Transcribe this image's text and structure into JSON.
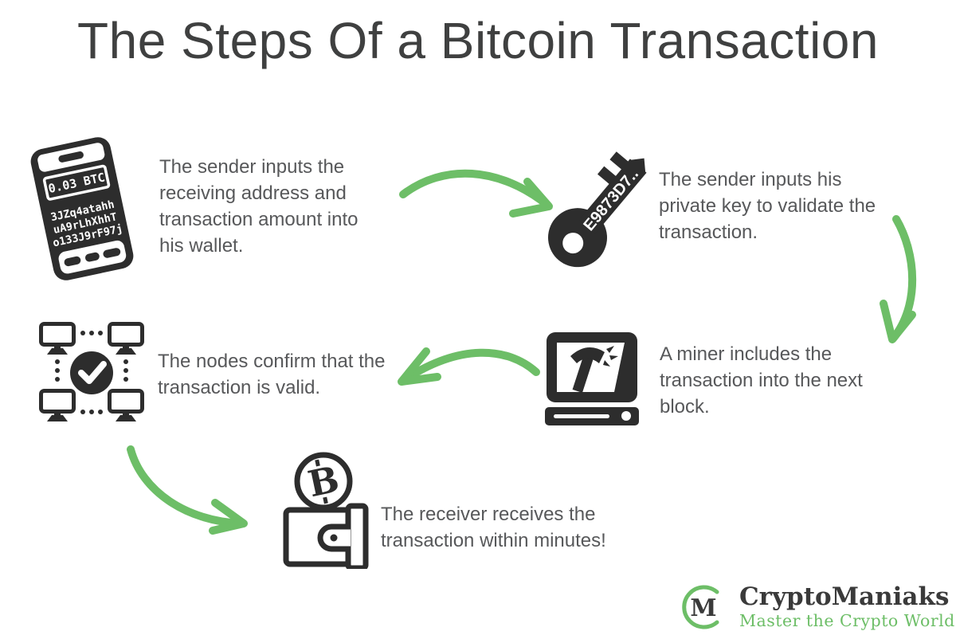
{
  "title": "The Steps Of a Bitcoin Transaction",
  "colors": {
    "arrow_green": "#6dbe67",
    "icon_ink": "#2d2d2d",
    "body_text_gray": "#57585a",
    "title_gray": "#3f4040",
    "logo_green": "#6dbe67",
    "logo_ink": "#3a3a3a"
  },
  "steps": [
    {
      "id": 1,
      "icon": "phone-wallet-icon",
      "text": "The sender inputs the receiving address and transaction amount into his wallet.",
      "phone_amount": "0.03 BTC",
      "phone_address_line1": "3JZq4atahh",
      "phone_address_line2": "uA9rLhXhhT",
      "phone_address_line3": "o133J9rF97j"
    },
    {
      "id": 2,
      "icon": "private-key-icon",
      "text": "The sender inputs his private key to validate the transaction.",
      "key_label": "E9873D7.."
    },
    {
      "id": 3,
      "icon": "miner-computer-icon",
      "text": "A miner includes the transaction into the next block."
    },
    {
      "id": 4,
      "icon": "nodes-network-icon",
      "text": "The nodes confirm that the transaction is valid."
    },
    {
      "id": 5,
      "icon": "bitcoin-wallet-icon",
      "text": "The  receiver receives the transaction within minutes!",
      "coin_letter": "B"
    }
  ],
  "logo": {
    "monogram": "M",
    "name": "CryptoManiaks",
    "tagline": "Master the Crypto World"
  }
}
